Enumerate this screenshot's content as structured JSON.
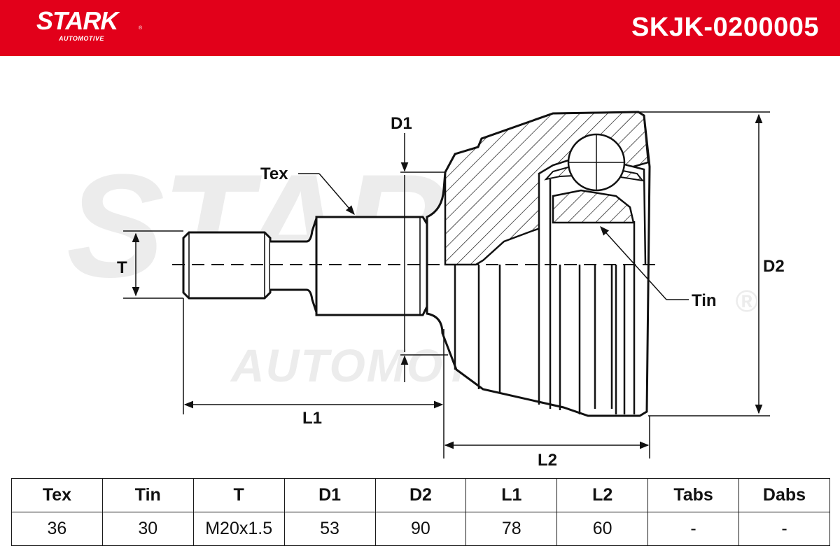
{
  "header": {
    "brand": "STARK",
    "brand_sub": "AUTOMOTIVE",
    "brand_reg": "®",
    "part_number": "SKJK-0200005",
    "color": "#e2001a"
  },
  "watermark": {
    "brand": "STARK",
    "sub": "AUTOMOTIVE",
    "reg": "®"
  },
  "drawing": {
    "labels": {
      "tex": "Tex",
      "tin": "Tin",
      "t": "T",
      "d1": "D1",
      "d2": "D2",
      "l1": "L1",
      "l2": "L2"
    }
  },
  "table": {
    "headers": [
      "Tex",
      "Tin",
      "T",
      "D1",
      "D2",
      "L1",
      "L2",
      "Tabs",
      "Dabs"
    ],
    "values": [
      "36",
      "30",
      "M20x1.5",
      "53",
      "90",
      "78",
      "60",
      "-",
      "-"
    ]
  }
}
